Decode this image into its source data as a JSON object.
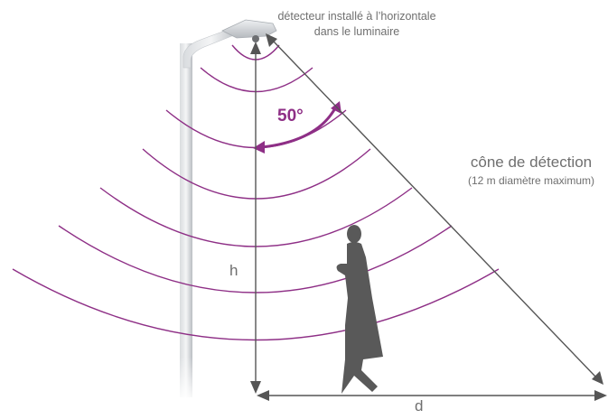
{
  "labels": {
    "detector_note": "détecteur installé à l’horizontale dans le luminaire",
    "cone_title": "cône de détection",
    "cone_subtitle": "(12 m diamètre maximum)",
    "angle": "50°",
    "height": "h",
    "distance": "d"
  },
  "colors": {
    "wave": "#8e2f86",
    "arrow": "#555555",
    "pole": "#c9ccd0",
    "person": "#595959",
    "text": "#6f6f6f"
  }
}
